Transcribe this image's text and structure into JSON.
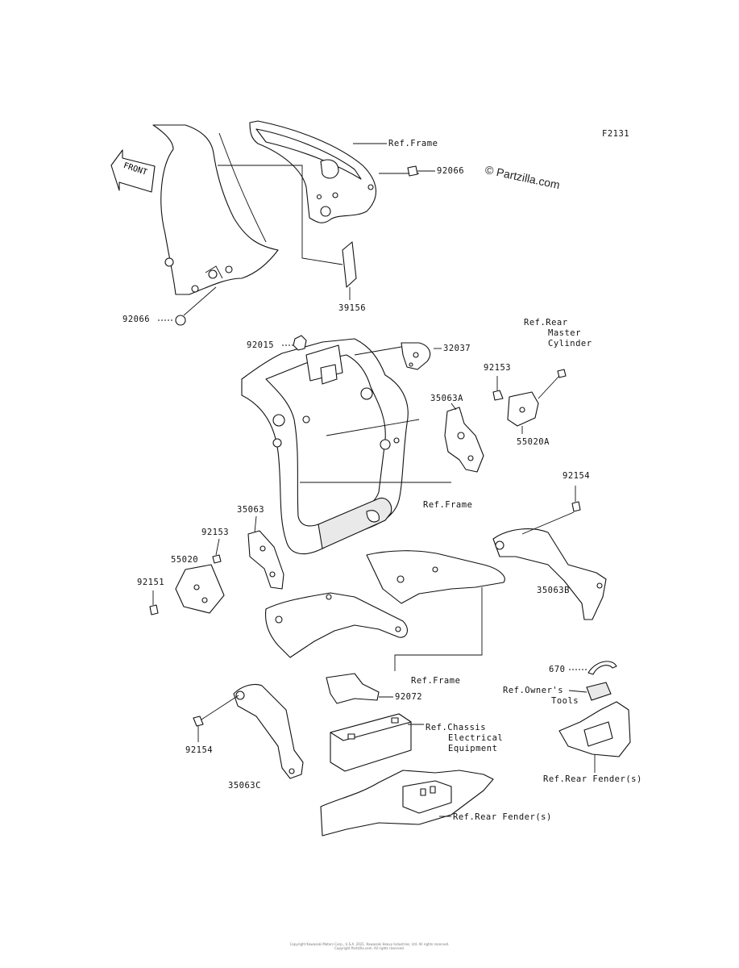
{
  "figure_code": "F2131",
  "watermark": "© Partzilla.com",
  "front_arrow": {
    "label": "FRONT"
  },
  "labels": {
    "ref_frame_top": "Ref.Frame",
    "p92066_top": "92066",
    "p92066_left": "92066",
    "p39156": "39156",
    "ref_rear_master_1": "Ref.Rear",
    "ref_rear_master_2": "Master",
    "ref_rear_master_3": "Cylinder",
    "p92015": "92015",
    "p32037": "32037",
    "p92153_right": "92153",
    "p35063A": "35063A",
    "p55020A": "55020A",
    "p92154_right": "92154",
    "ref_frame_mid": "Ref.Frame",
    "p35063": "35063",
    "p92153_left": "92153",
    "p55020": "55020",
    "p92151": "92151",
    "p35063B": "35063B",
    "ref_frame_low": "Ref.Frame",
    "p670": "670",
    "ref_owners_1": "Ref.Owner's",
    "ref_owners_2": "Tools",
    "p92072": "92072",
    "ref_chassis_1": "Ref.Chassis",
    "ref_chassis_2": "Electrical",
    "ref_chassis_3": "Equipment",
    "p92154_left": "92154",
    "ref_rear_fender_right": "Ref.Rear Fender(s)",
    "p35063C": "35063C",
    "ref_rear_fender_bottom": "Ref.Rear Fender(s)"
  },
  "footer": {
    "line1": "Copyright Kawasaki Motors Corp., U.S.A. 2021. Kawasaki Heavy Industries, Ltd. All rights reserved.",
    "line2": "Copyright Partzilla.com. All rights reserved."
  }
}
